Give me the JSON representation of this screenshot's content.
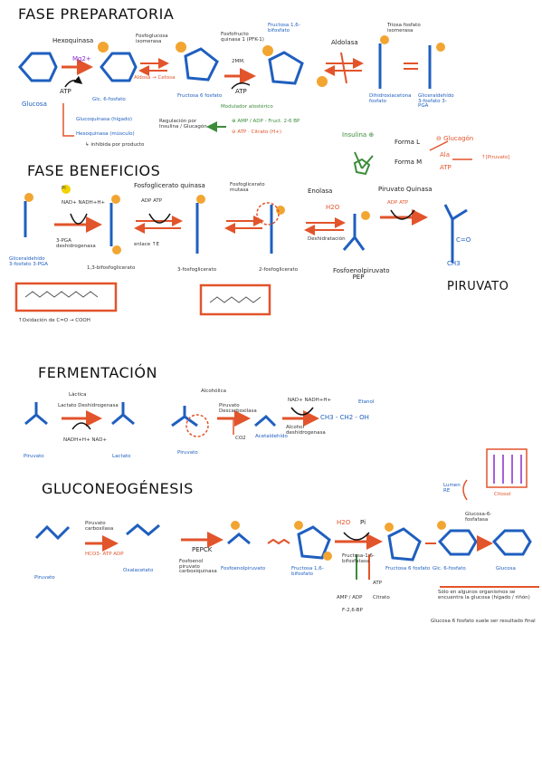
{
  "colors": {
    "blue": "#1f5fbf",
    "orange": "#e2542b",
    "yellow": "#f2a531",
    "green": "#3c8c3a",
    "purple": "#8a2bd0"
  },
  "sections": {
    "preparatoria": {
      "title": "FASE PREPARATORIA",
      "hexoquinasa": "Hexoquinasa",
      "mg": "Mg2+",
      "atp1": "ATP",
      "glucosa": "Glucosa",
      "g6p": "Glc. 6-fosfato",
      "fosfoglucosa": "Fosfoglucosa isomerasa",
      "aldosa_cetosa": "Aldosa → Cetosa",
      "f6p": "Fructosa 6 fosfato",
      "pfk": "Fosfofructo quinasa 1 (PFK-1)",
      "mg2": "2MM.",
      "atp2": "ATP",
      "f16bp": "Fructosa 1,6-bifosfato",
      "aldolasa": "Aldolasa",
      "triosa": "Triosa fosfato isomerasa",
      "dhap": "Dihidroxiacetona fosfato",
      "gliceraldehido": "Gliceraldehído 3-fosfato 3-PGA",
      "glucoquinasa": "Glucoquinasa (hígado)",
      "hexoquinasa_inh": "Hexoquinasa (músculo)",
      "inhibido": "↳ inhibida por producto",
      "modulador": "Modulador alostérico",
      "regulacion": "Regulación por Insulina / Glucagón",
      "reg_pos": "⊕ AMP / ADP - Fruct. 2-6 BP",
      "reg_neg": "⊖ ATP · Citrato (H+)",
      "insulina": "Insulina ⊕",
      "forma_l": "Forma L",
      "forma_m": "Forma M",
      "glucagon": "⊖ Glucagón",
      "ala": "Ala",
      "atp3": "ATP",
      "piruvato_reg": "↑[Piruvato]"
    },
    "beneficios": {
      "title": "FASE BENEFICIOS",
      "pi": "Pi",
      "nad": "NAD+ NADH+H+",
      "pga_dh": "3-PGA deshidrogenasa",
      "gliceraldehido": "Gliceraldehído 3-fosfato 3-PGA",
      "bpg": "1,3-bifosfoglicerato",
      "enlace": "enlace ↑E",
      "fosfoglicerato_quinasa": "Fosfoglicerato quinasa",
      "adp_atp1": "ADP ATP",
      "pg3": "3-fosfoglicerato",
      "mutasa": "Fosfoglicerato mutasa",
      "pg2": "2-fosfoglicerato",
      "enolasa": "Enolasa",
      "h2o": "H2O",
      "deshidratacion": "Deshidratación",
      "pep": "Fosfoenolpiruvato PEP",
      "piruvato_quinasa": "Piruvato Quinasa",
      "adp_atp2": "ADP ATP",
      "piruvato": "PIRUVATO",
      "oxidacion": "↑Oxidación de C=O → COOH",
      "pyr_c": "C=O",
      "pyr_ch3": "CH3"
    },
    "fermentacion": {
      "title": "FERMENTACIÓN",
      "lactica": "Láctica",
      "ldh": "Lactato Deshidrogenasa",
      "nadh": "NADH+H+ NAD+",
      "piruvato": "Piruvato",
      "lactato": "Lactato",
      "alcoholica": "Alcohólica",
      "pdc": "Piruvato Descarboxilasa",
      "co2": "CO2",
      "acetaldehido": "Acetaldehído",
      "nad2": "NAD+ NADH+H+",
      "adh": "Alcohol deshidrogenasa",
      "etanol": "Etanol",
      "etanol_formula": "CH3 - CH2 - OH"
    },
    "gluconeogenesis": {
      "title": "GLUCONEOGÉNESIS",
      "piruvato": "Piruvato",
      "pc": "Piruvato carboxilasa",
      "hco3": "HCO3- ATP ADP",
      "oxalacetato": "Oxalacetato",
      "pepck": "PEPCK",
      "pepck_full": "Fosfoenol piruvato carboxiquinasa",
      "pep": "Fosfoenolpiruvato",
      "f16bp": "Fructosa 1,6-bifosfato",
      "h2o": "H2O",
      "pi": "Pi",
      "fbpasa": "Fructosa-1,6-bifosfatasa",
      "reg1": "AMP / ADP",
      "reg2": "F-2,6-BP",
      "atp": "ATP",
      "citrato": "Citrato",
      "f6p": "Fructosa 6 fosfato",
      "g6p": "Glc. 6-fosfato",
      "glucosa": "Glucosa",
      "g6pasa": "Glucosa-6-fosfatasa",
      "lumen": "Lumen RE",
      "citosol": "Citosol",
      "nota1": "Sólo en algunos organismos se encuentra la glucosa (hígado / riñón)",
      "nota2": "Glucosa 6 fosfato suele ser resultado final"
    }
  }
}
